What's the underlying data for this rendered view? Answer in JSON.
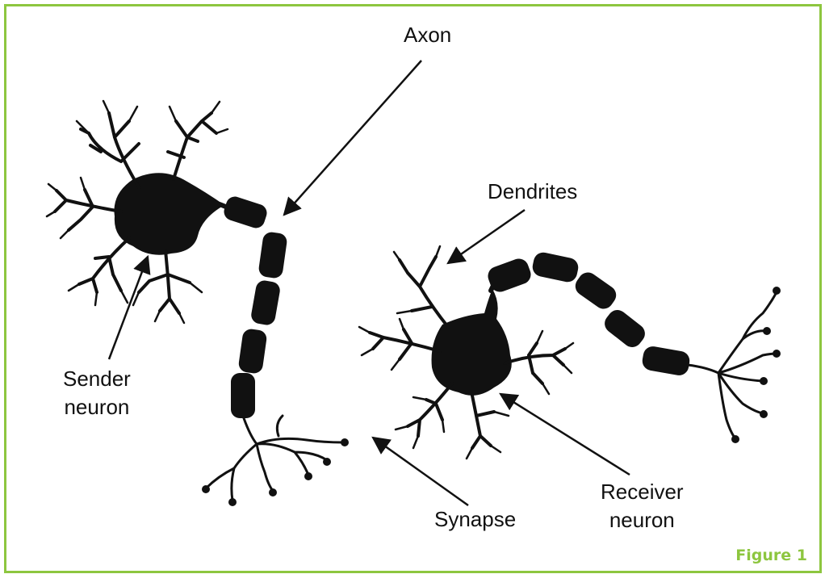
{
  "labels": {
    "axon": "Axon",
    "dendrites": "Dendrites",
    "sender_line1": "Sender",
    "sender_line2": "neuron",
    "receiver_line1": "Receiver",
    "receiver_line2": "neuron",
    "synapse": "Synapse"
  },
  "figure_caption": "Figure 1",
  "colors": {
    "frame": "#8dc63f",
    "ink": "#111111",
    "caption": "#8dc63f"
  }
}
